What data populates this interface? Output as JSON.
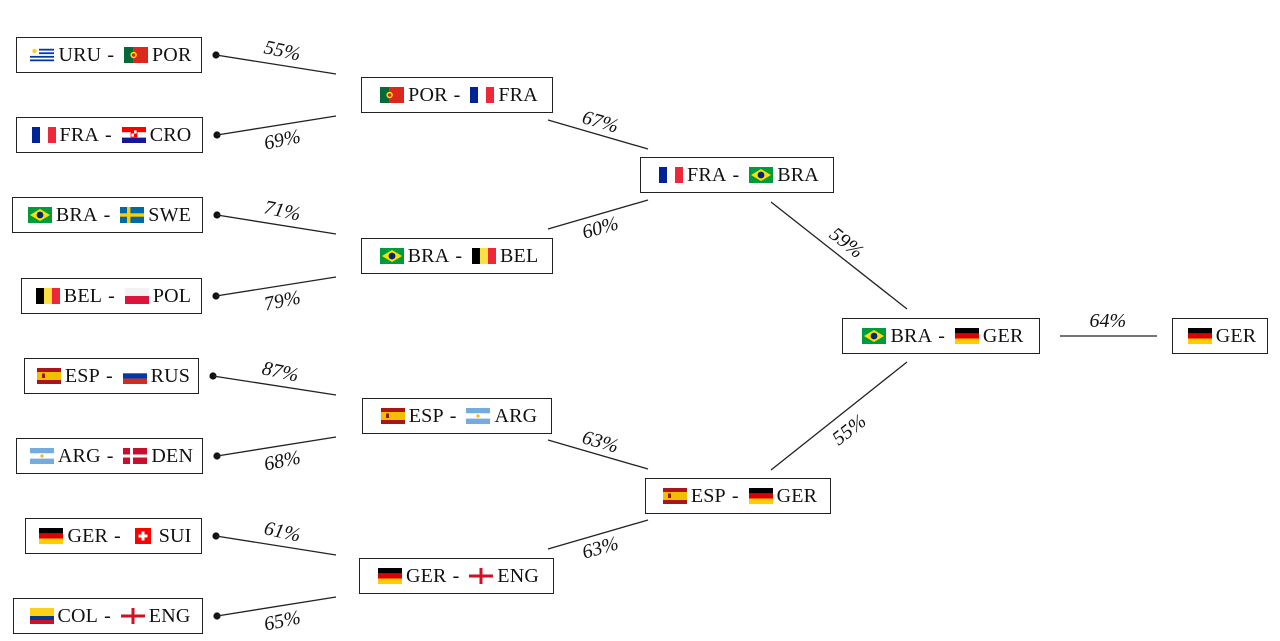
{
  "flag_styles": {
    "URU": "uruguay",
    "POR": "portugal",
    "FRA": "france",
    "CRO": "croatia",
    "BRA": "brazil",
    "SWE": "sweden",
    "BEL": "belgium",
    "POL": "poland",
    "ESP": "spain",
    "RUS": "russia",
    "ARG": "argentina",
    "DEN": "denmark",
    "GER": "germany",
    "SUI": "switzerland",
    "COL": "colombia",
    "ENG": "england"
  },
  "round_of_16": [
    {
      "team1": "URU",
      "team2": "POR",
      "prob": "55%"
    },
    {
      "team1": "FRA",
      "team2": "CRO",
      "prob": "69%"
    },
    {
      "team1": "BRA",
      "team2": "SWE",
      "prob": "71%"
    },
    {
      "team1": "BEL",
      "team2": "POL",
      "prob": "79%"
    },
    {
      "team1": "ESP",
      "team2": "RUS",
      "prob": "87%"
    },
    {
      "team1": "ARG",
      "team2": "DEN",
      "prob": "68%"
    },
    {
      "team1": "GER",
      "team2": "SUI",
      "prob": "61%"
    },
    {
      "team1": "COL",
      "team2": "ENG",
      "prob": "65%"
    }
  ],
  "quarter_finals": [
    {
      "team1": "POR",
      "team2": "FRA",
      "prob": "67%"
    },
    {
      "team1": "BRA",
      "team2": "BEL",
      "prob": "60%"
    },
    {
      "team1": "ESP",
      "team2": "ARG",
      "prob": "63%"
    },
    {
      "team1": "GER",
      "team2": "ENG",
      "prob": "63%"
    }
  ],
  "semi_finals": [
    {
      "team1": "FRA",
      "team2": "BRA",
      "prob": "59%"
    },
    {
      "team1": "ESP",
      "team2": "GER",
      "prob": "55%"
    }
  ],
  "final": {
    "team1": "BRA",
    "team2": "GER",
    "prob": "64%"
  },
  "winner": {
    "team": "GER"
  }
}
